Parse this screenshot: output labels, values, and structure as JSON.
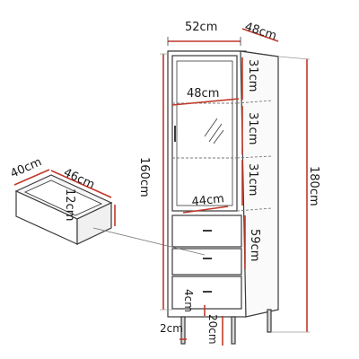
{
  "colors": {
    "outline": "#3a3a3a",
    "dimension_line": "#c0392b",
    "shelf_dashed": "#7a7a7a",
    "background": "#ffffff"
  },
  "dimensions": {
    "top_width": "52cm",
    "top_depth": "48cm",
    "shelf_width": "48cm",
    "bottom_shelf_width": "44cm",
    "shelf_gap_1": "31cm",
    "shelf_gap_2": "31cm",
    "shelf_gap_3": "31cm",
    "drawer_section_height": "59cm",
    "plinth_gap": "4cm",
    "door_height": "160cm",
    "total_height": "180cm",
    "leg_width": "2cm",
    "leg_height": "20cm",
    "drawer_width": "46cm",
    "drawer_depth": "40cm",
    "drawer_height": "12cm"
  }
}
